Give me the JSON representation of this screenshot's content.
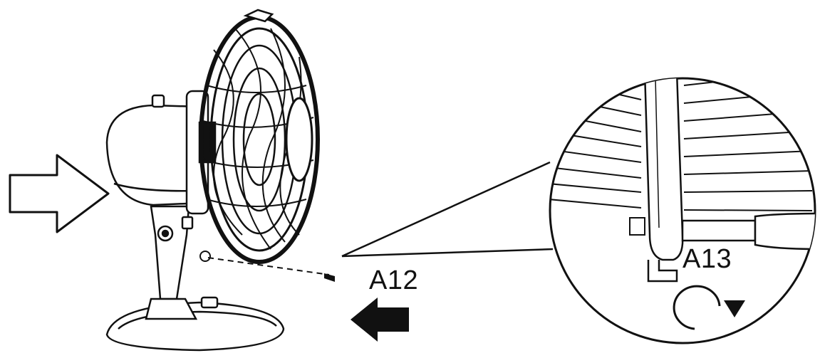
{
  "labels": {
    "a12": "A12",
    "a13": "A13"
  },
  "icons": {
    "push_arrow": "hollow-right-arrow",
    "pull_arrow": "solid-left-arrow",
    "rotate": "clockwise-rotate-arrow"
  },
  "colors": {
    "ink": "#111111",
    "paper": "#ffffff"
  }
}
